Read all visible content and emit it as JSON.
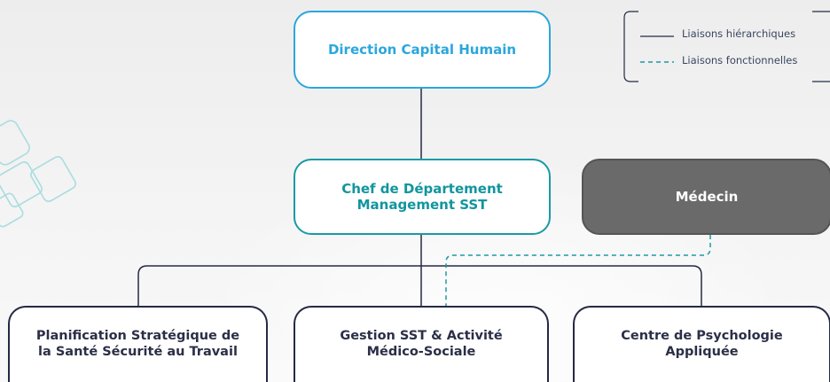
{
  "title": "Direction Capital Humain",
  "chef": [
    "Chef de Département",
    "Management SST"
  ],
  "medecin": "Médecin",
  "bottom": [
    [
      "Planification Stratégique de",
      "la Santé Sécurité au Travail"
    ],
    [
      "Gestion SST & Activité",
      "Médico-Sociale"
    ],
    [
      "Centre de Psychologie",
      "Appliquée"
    ]
  ],
  "legend": {
    "hierarchical": "Liaisons hiérarchiques",
    "functional": "Liaisons fonctionnelles"
  },
  "colors": {
    "top_accent": "#2aa7dc",
    "chef_accent": "#1a9aa4",
    "medecin_fill": "#6a6a6a",
    "hierarchy_line": "#242a44",
    "functional_line": "#1a9aa4",
    "decoration": "#a9dce0"
  }
}
